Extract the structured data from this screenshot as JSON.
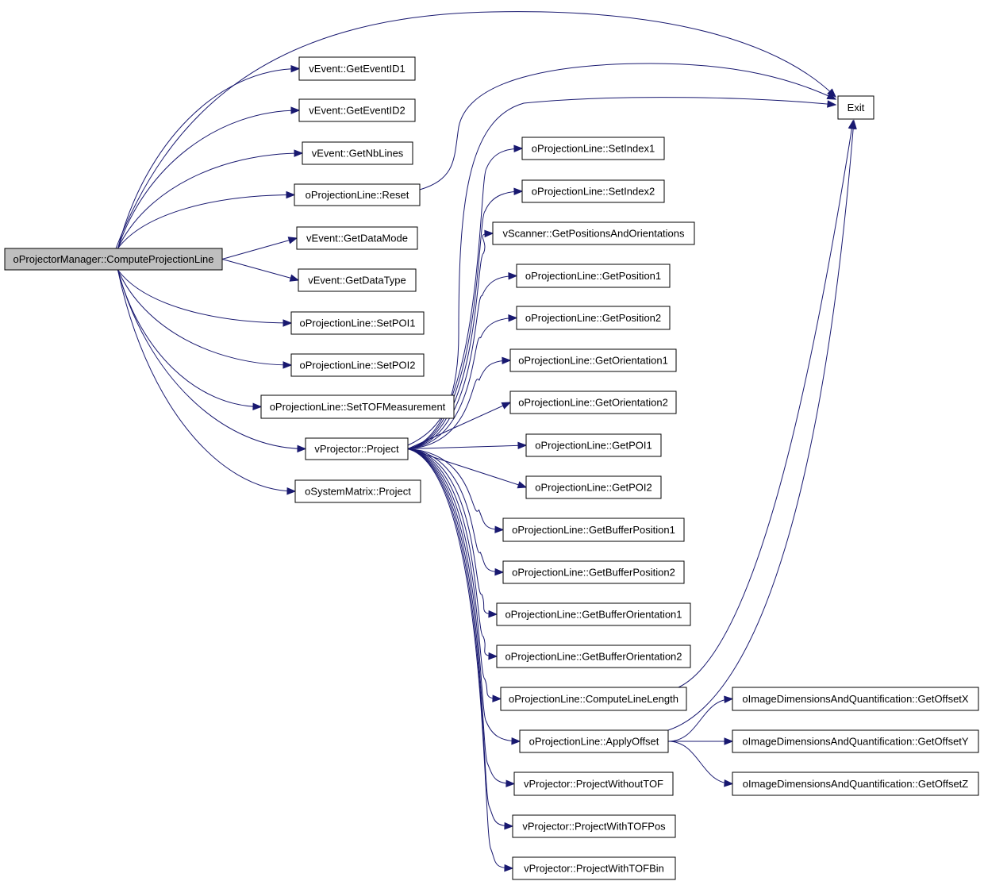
{
  "graph": {
    "root": "oProjectorManager::ComputeProjectionLine",
    "nodes": [
      {
        "id": "root",
        "label": "oProjectorManager::ComputeProjectionLine"
      },
      {
        "id": "exit",
        "label": "Exit"
      },
      {
        "id": "getEventID1",
        "label": "vEvent::GetEventID1"
      },
      {
        "id": "getEventID2",
        "label": "vEvent::GetEventID2"
      },
      {
        "id": "getNbLines",
        "label": "vEvent::GetNbLines"
      },
      {
        "id": "reset",
        "label": "oProjectionLine::Reset"
      },
      {
        "id": "getDataMode",
        "label": "vEvent::GetDataMode"
      },
      {
        "id": "getDataType",
        "label": "vEvent::GetDataType"
      },
      {
        "id": "setPOI1",
        "label": "oProjectionLine::SetPOI1"
      },
      {
        "id": "setPOI2",
        "label": "oProjectionLine::SetPOI2"
      },
      {
        "id": "setTOF",
        "label": "oProjectionLine::SetTOFMeasurement"
      },
      {
        "id": "vProject",
        "label": "vProjector::Project"
      },
      {
        "id": "sysProject",
        "label": "oSystemMatrix::Project"
      },
      {
        "id": "setIndex1",
        "label": "oProjectionLine::SetIndex1"
      },
      {
        "id": "setIndex2",
        "label": "oProjectionLine::SetIndex2"
      },
      {
        "id": "getPosOri",
        "label": "vScanner::GetPositionsAndOrientations"
      },
      {
        "id": "getPos1",
        "label": "oProjectionLine::GetPosition1"
      },
      {
        "id": "getPos2",
        "label": "oProjectionLine::GetPosition2"
      },
      {
        "id": "getOri1",
        "label": "oProjectionLine::GetOrientation1"
      },
      {
        "id": "getOri2",
        "label": "oProjectionLine::GetOrientation2"
      },
      {
        "id": "getPOI1",
        "label": "oProjectionLine::GetPOI1"
      },
      {
        "id": "getPOI2",
        "label": "oProjectionLine::GetPOI2"
      },
      {
        "id": "getBufPos1",
        "label": "oProjectionLine::GetBufferPosition1"
      },
      {
        "id": "getBufPos2",
        "label": "oProjectionLine::GetBufferPosition2"
      },
      {
        "id": "getBufOri1",
        "label": "oProjectionLine::GetBufferOrientation1"
      },
      {
        "id": "getBufOri2",
        "label": "oProjectionLine::GetBufferOrientation2"
      },
      {
        "id": "computeLen",
        "label": "oProjectionLine::ComputeLineLength"
      },
      {
        "id": "applyOffset",
        "label": "oProjectionLine::ApplyOffset"
      },
      {
        "id": "projNoTOF",
        "label": "vProjector::ProjectWithoutTOF"
      },
      {
        "id": "projTOFPos",
        "label": "vProjector::ProjectWithTOFPos"
      },
      {
        "id": "projTOFBin",
        "label": "vProjector::ProjectWithTOFBin"
      },
      {
        "id": "offX",
        "label": "oImageDimensionsAndQuantification::GetOffsetX"
      },
      {
        "id": "offY",
        "label": "oImageDimensionsAndQuantification::GetOffsetY"
      },
      {
        "id": "offZ",
        "label": "oImageDimensionsAndQuantification::GetOffsetZ"
      }
    ],
    "edges": [
      {
        "from": "root",
        "to": "exit"
      },
      {
        "from": "root",
        "to": "getEventID1"
      },
      {
        "from": "root",
        "to": "getEventID2"
      },
      {
        "from": "root",
        "to": "getNbLines"
      },
      {
        "from": "root",
        "to": "reset"
      },
      {
        "from": "root",
        "to": "getDataMode"
      },
      {
        "from": "root",
        "to": "getDataType"
      },
      {
        "from": "root",
        "to": "setPOI1"
      },
      {
        "from": "root",
        "to": "setPOI2"
      },
      {
        "from": "root",
        "to": "setTOF"
      },
      {
        "from": "root",
        "to": "vProject"
      },
      {
        "from": "root",
        "to": "sysProject"
      },
      {
        "from": "reset",
        "to": "exit"
      },
      {
        "from": "vProject",
        "to": "exit"
      },
      {
        "from": "vProject",
        "to": "setIndex1"
      },
      {
        "from": "vProject",
        "to": "setIndex2"
      },
      {
        "from": "vProject",
        "to": "getPosOri"
      },
      {
        "from": "vProject",
        "to": "getPos1"
      },
      {
        "from": "vProject",
        "to": "getPos2"
      },
      {
        "from": "vProject",
        "to": "getOri1"
      },
      {
        "from": "vProject",
        "to": "getOri2"
      },
      {
        "from": "vProject",
        "to": "getPOI1"
      },
      {
        "from": "vProject",
        "to": "getPOI2"
      },
      {
        "from": "vProject",
        "to": "getBufPos1"
      },
      {
        "from": "vProject",
        "to": "getBufPos2"
      },
      {
        "from": "vProject",
        "to": "getBufOri1"
      },
      {
        "from": "vProject",
        "to": "getBufOri2"
      },
      {
        "from": "vProject",
        "to": "computeLen"
      },
      {
        "from": "vProject",
        "to": "applyOffset"
      },
      {
        "from": "vProject",
        "to": "projNoTOF"
      },
      {
        "from": "vProject",
        "to": "projTOFPos"
      },
      {
        "from": "vProject",
        "to": "projTOFBin"
      },
      {
        "from": "computeLen",
        "to": "exit"
      },
      {
        "from": "applyOffset",
        "to": "exit"
      },
      {
        "from": "applyOffset",
        "to": "offX"
      },
      {
        "from": "applyOffset",
        "to": "offY"
      },
      {
        "from": "applyOffset",
        "to": "offZ"
      }
    ]
  },
  "colors": {
    "edge": "#191970",
    "node_border": "#000000",
    "node_fill": "#ffffff",
    "root_fill": "#bfbfbf"
  }
}
